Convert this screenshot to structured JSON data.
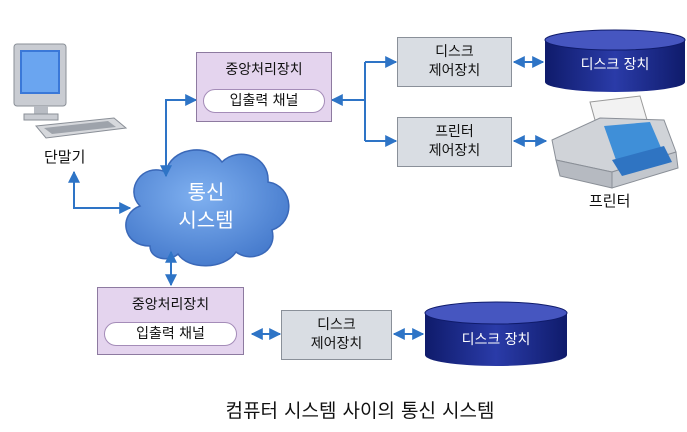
{
  "upper_cpu": {
    "title": "중앙처리장치",
    "channel": "입출력 채널"
  },
  "lower_cpu": {
    "title": "중앙처리장치",
    "channel": "입출력 채널"
  },
  "upper_disk_ctrl": {
    "line1": "디스크",
    "line2": "제어장치"
  },
  "printer_ctrl": {
    "line1": "프린터",
    "line2": "제어장치"
  },
  "lower_disk_ctrl": {
    "line1": "디스크",
    "line2": "제어장치"
  },
  "upper_disk": "디스크 장치",
  "lower_disk": "디스크 장치",
  "printer": "프린터",
  "terminal": "단말기",
  "network": {
    "line1": "통신",
    "line2": "시스템"
  },
  "caption": "컴퓨터 시스템 사이의 통신 시스템",
  "colors": {
    "arrow": "#2e74c6",
    "disk": "#1a2a8c",
    "cloud": "#4f86d8",
    "cpu_fill": "#e4d4ee",
    "ctrl_fill": "#d9dde3"
  }
}
